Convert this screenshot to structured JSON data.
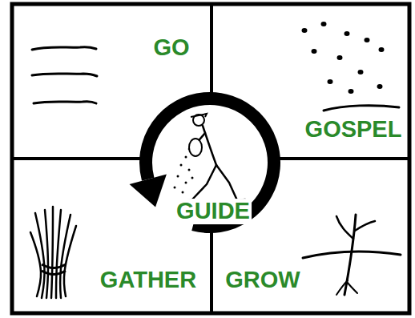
{
  "diagram": {
    "nodes": [
      {
        "text": [
          "GO"
        ]
      },
      {
        "text": [
          "GOSPEL"
        ]
      },
      {
        "text": [
          "GUIDE"
        ]
      },
      {
        "text": [
          "GATHER"
        ]
      },
      {
        "text": [
          "GROW"
        ]
      }
    ]
  }
}
